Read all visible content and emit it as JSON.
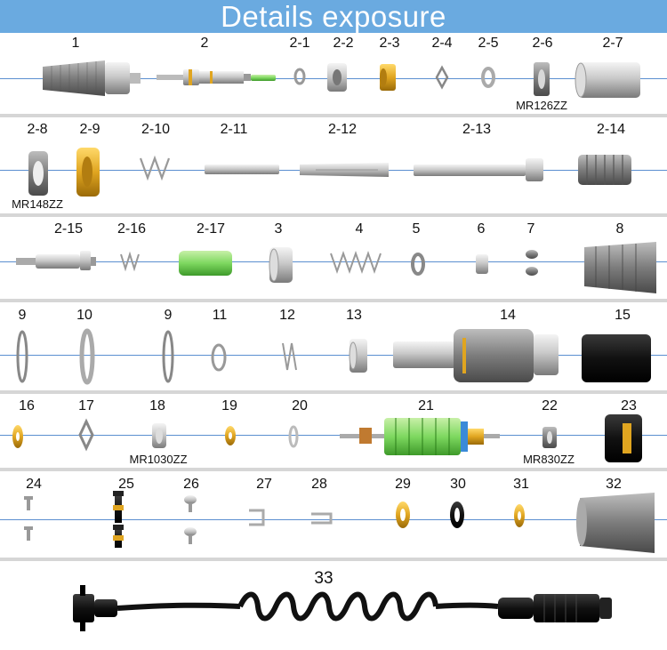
{
  "header": {
    "title": "Details exposure"
  },
  "rows": [
    {
      "labels": [
        "1",
        "2",
        "2-1",
        "2-2",
        "2-3",
        "2-4",
        "2-5",
        "2-6",
        "2-7"
      ],
      "bearing": "MR126ZZ"
    },
    {
      "labels": [
        "2-8",
        "2-9",
        "2-10",
        "2-11",
        "2-12",
        "2-13",
        "2-14"
      ],
      "bearing": "MR148ZZ"
    },
    {
      "labels": [
        "2-15",
        "2-16",
        "2-17",
        "3",
        "4",
        "5",
        "6",
        "7",
        "8"
      ]
    },
    {
      "labels": [
        "9",
        "10",
        "9",
        "11",
        "12",
        "13",
        "14",
        "15"
      ]
    },
    {
      "labels": [
        "16",
        "17",
        "18",
        "19",
        "20",
        "21",
        "22",
        "23"
      ],
      "bearings": [
        "MR1030ZZ",
        "MR830ZZ"
      ]
    },
    {
      "labels": [
        "24",
        "25",
        "26",
        "27",
        "28",
        "29",
        "30",
        "31",
        "32"
      ]
    },
    {
      "labels": [
        "33"
      ]
    }
  ],
  "colors": {
    "header": "#6aaae0",
    "separator": "#d6d6d6",
    "axis": "#5b8fd0",
    "gold": "#e0a520",
    "green": "#5cc040",
    "grey": "#9a9a9a",
    "black": "#1c1c1c"
  }
}
